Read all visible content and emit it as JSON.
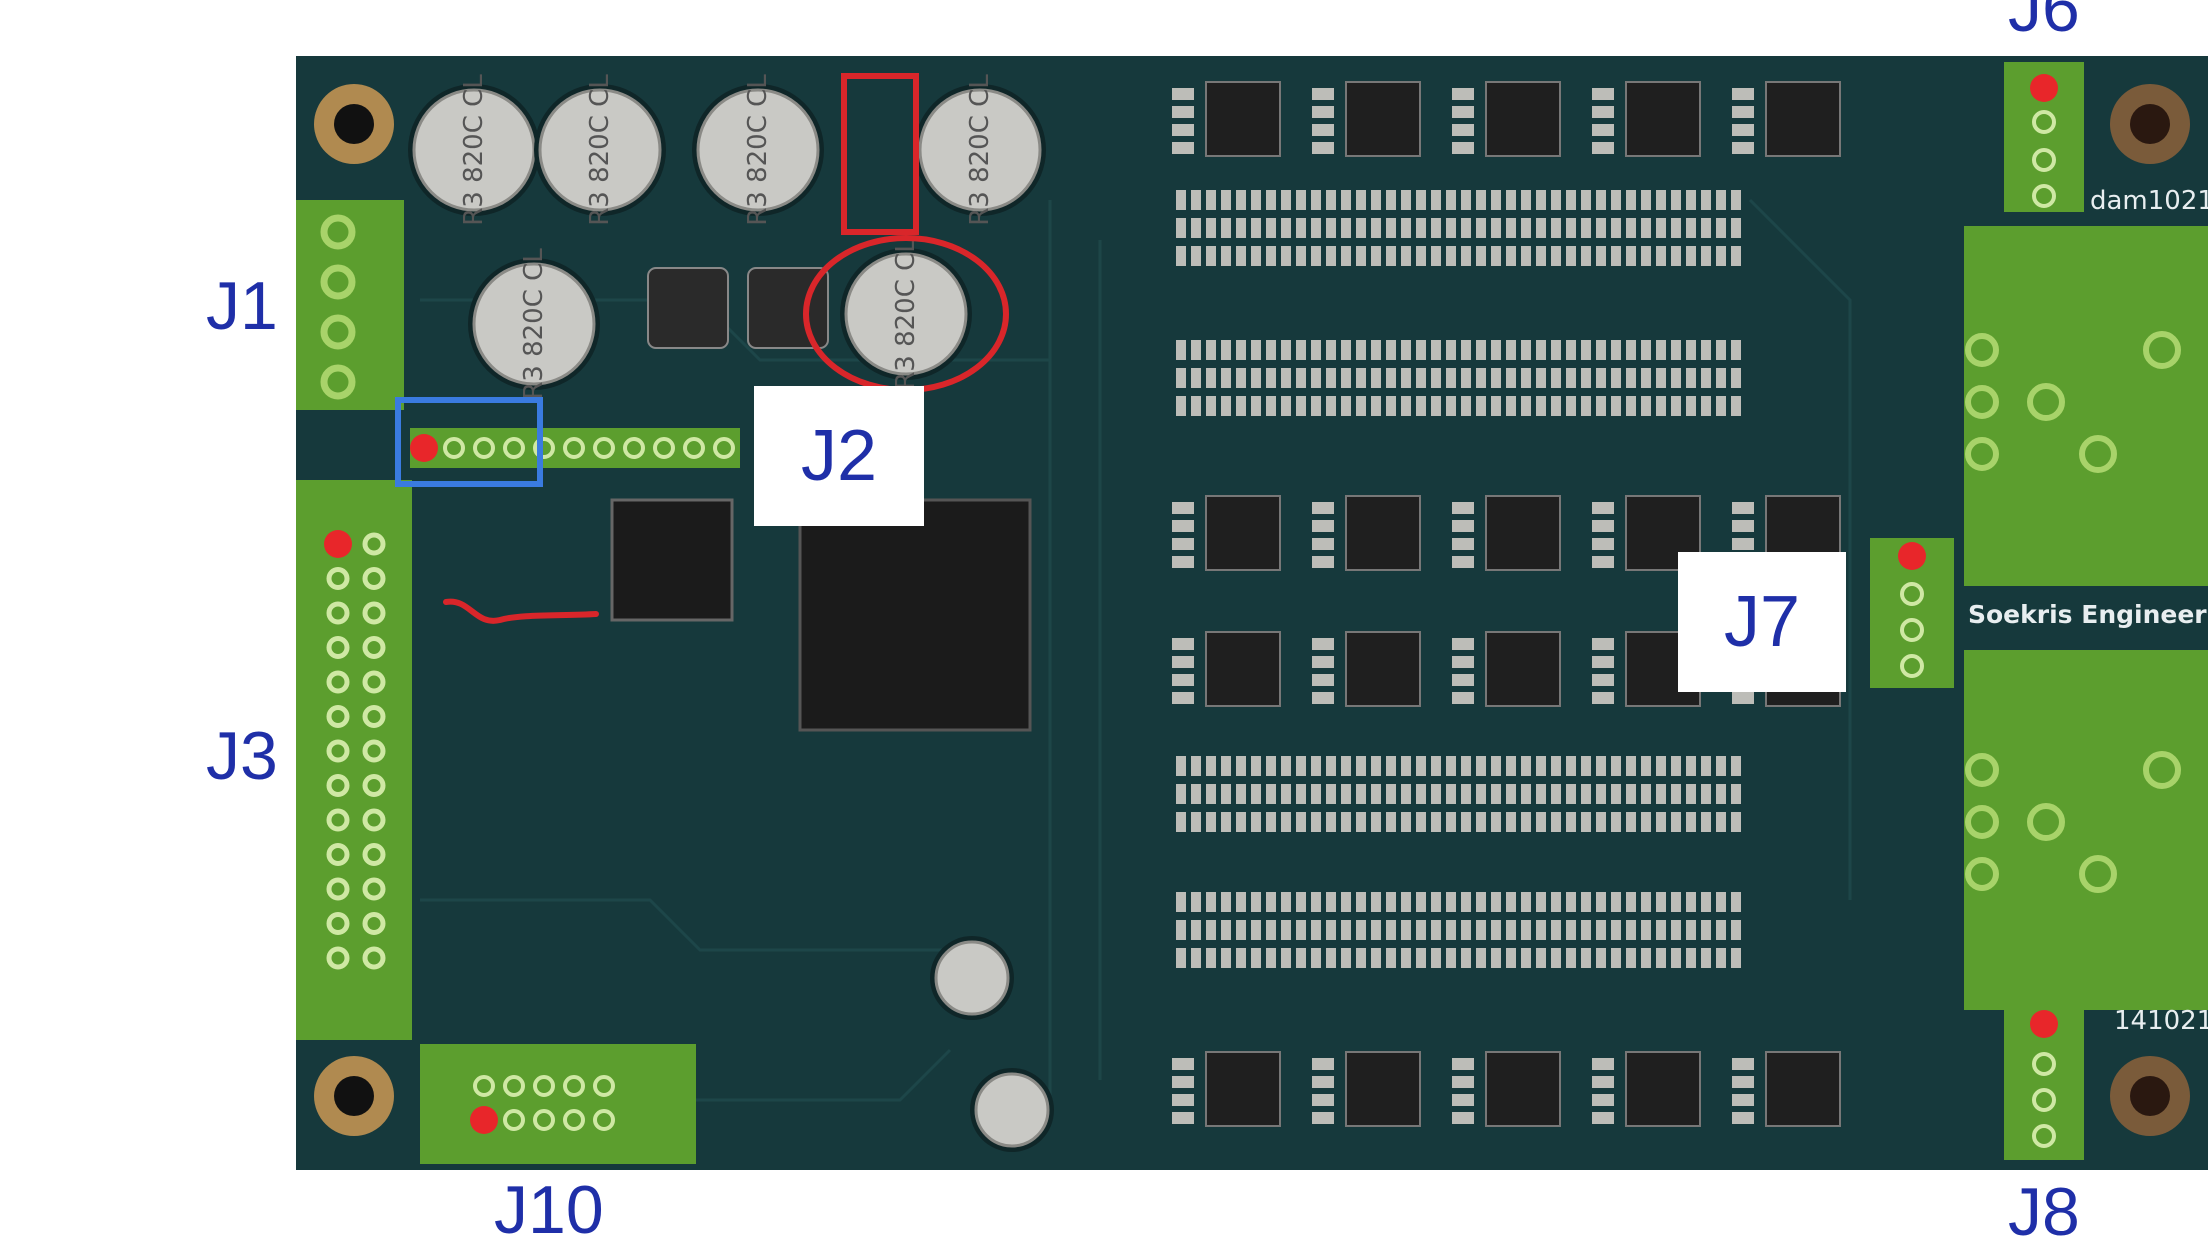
{
  "labels": {
    "j1": "J1",
    "j2": "J2",
    "j3": "J3",
    "j6": "J6",
    "j7": "J7",
    "j8": "J8",
    "j10": "J10"
  },
  "silkscreen": {
    "vendor": "Soekris Engineering",
    "model": "dam1021",
    "code": "141021",
    "cap_marking_1": "R3",
    "cap_marking_2": "820C",
    "cap_marking_3": "CL"
  },
  "colors": {
    "board": "#16393c",
    "pad_green": "#5c9e2e",
    "callout_text": "#1f2fa8",
    "marker_red": "#e8262a",
    "highlight_blue": "#3a7be0",
    "highlight_red": "#d9262a"
  }
}
